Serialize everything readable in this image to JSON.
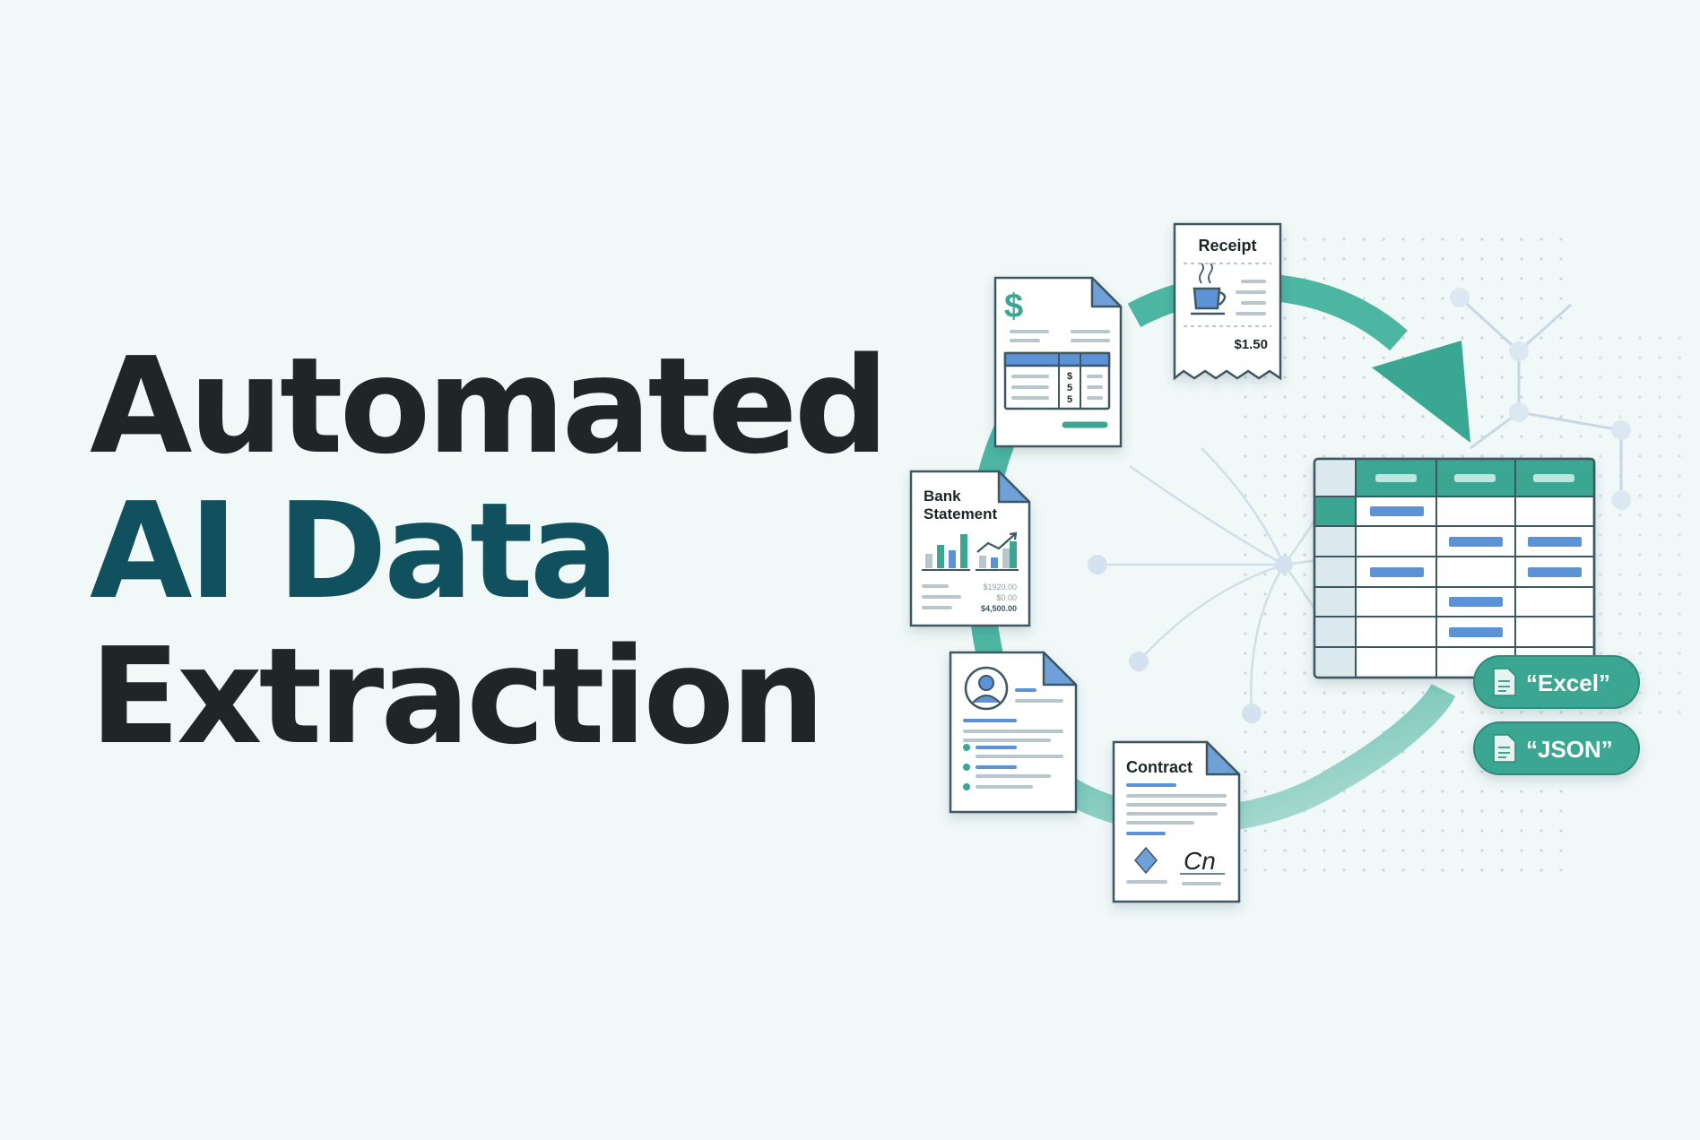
{
  "headline": {
    "line1": "Automated",
    "line2": "AI Data",
    "line3": "Extraction"
  },
  "documents": {
    "invoice": {
      "currency_symbol": "$",
      "cell_values": [
        "$",
        "5",
        "5"
      ]
    },
    "receipt": {
      "title": "Receipt",
      "amount": "$1.50"
    },
    "bank_statement": {
      "title_line1": "Bank",
      "title_line2": "Statement",
      "values": [
        "$1920.00",
        "$0.00",
        "$4,500.00"
      ]
    },
    "profile": {},
    "contract": {
      "title": "Contract",
      "signature": "Cn"
    }
  },
  "outputs": [
    {
      "label": "“Excel”",
      "icon": "document-icon"
    },
    {
      "label": "“JSON”",
      "icon": "document-icon"
    }
  ],
  "colors": {
    "heading_dark": "#1f2628",
    "heading_accent": "#11505e",
    "teal_arrow": "#4db6a3",
    "table_header": "#3aa793",
    "blue_bar": "#5b93d6",
    "pill": "#3aa793"
  }
}
